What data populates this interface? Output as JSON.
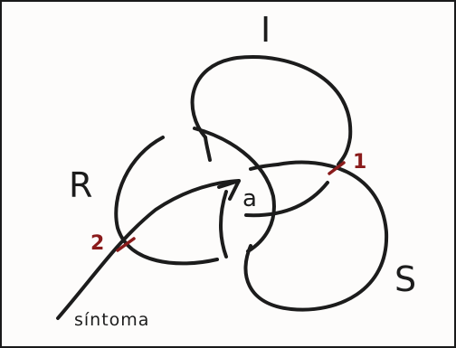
{
  "diagram": {
    "labels": {
      "I": "I",
      "R": "R",
      "S": "S",
      "a": "a",
      "mark1": "1",
      "mark2": "2",
      "sintoma": "síntoma"
    },
    "colors": {
      "ink": "#1c1c1c",
      "mark": "#8a1b1b",
      "frame": "#1a1a1a"
    }
  }
}
